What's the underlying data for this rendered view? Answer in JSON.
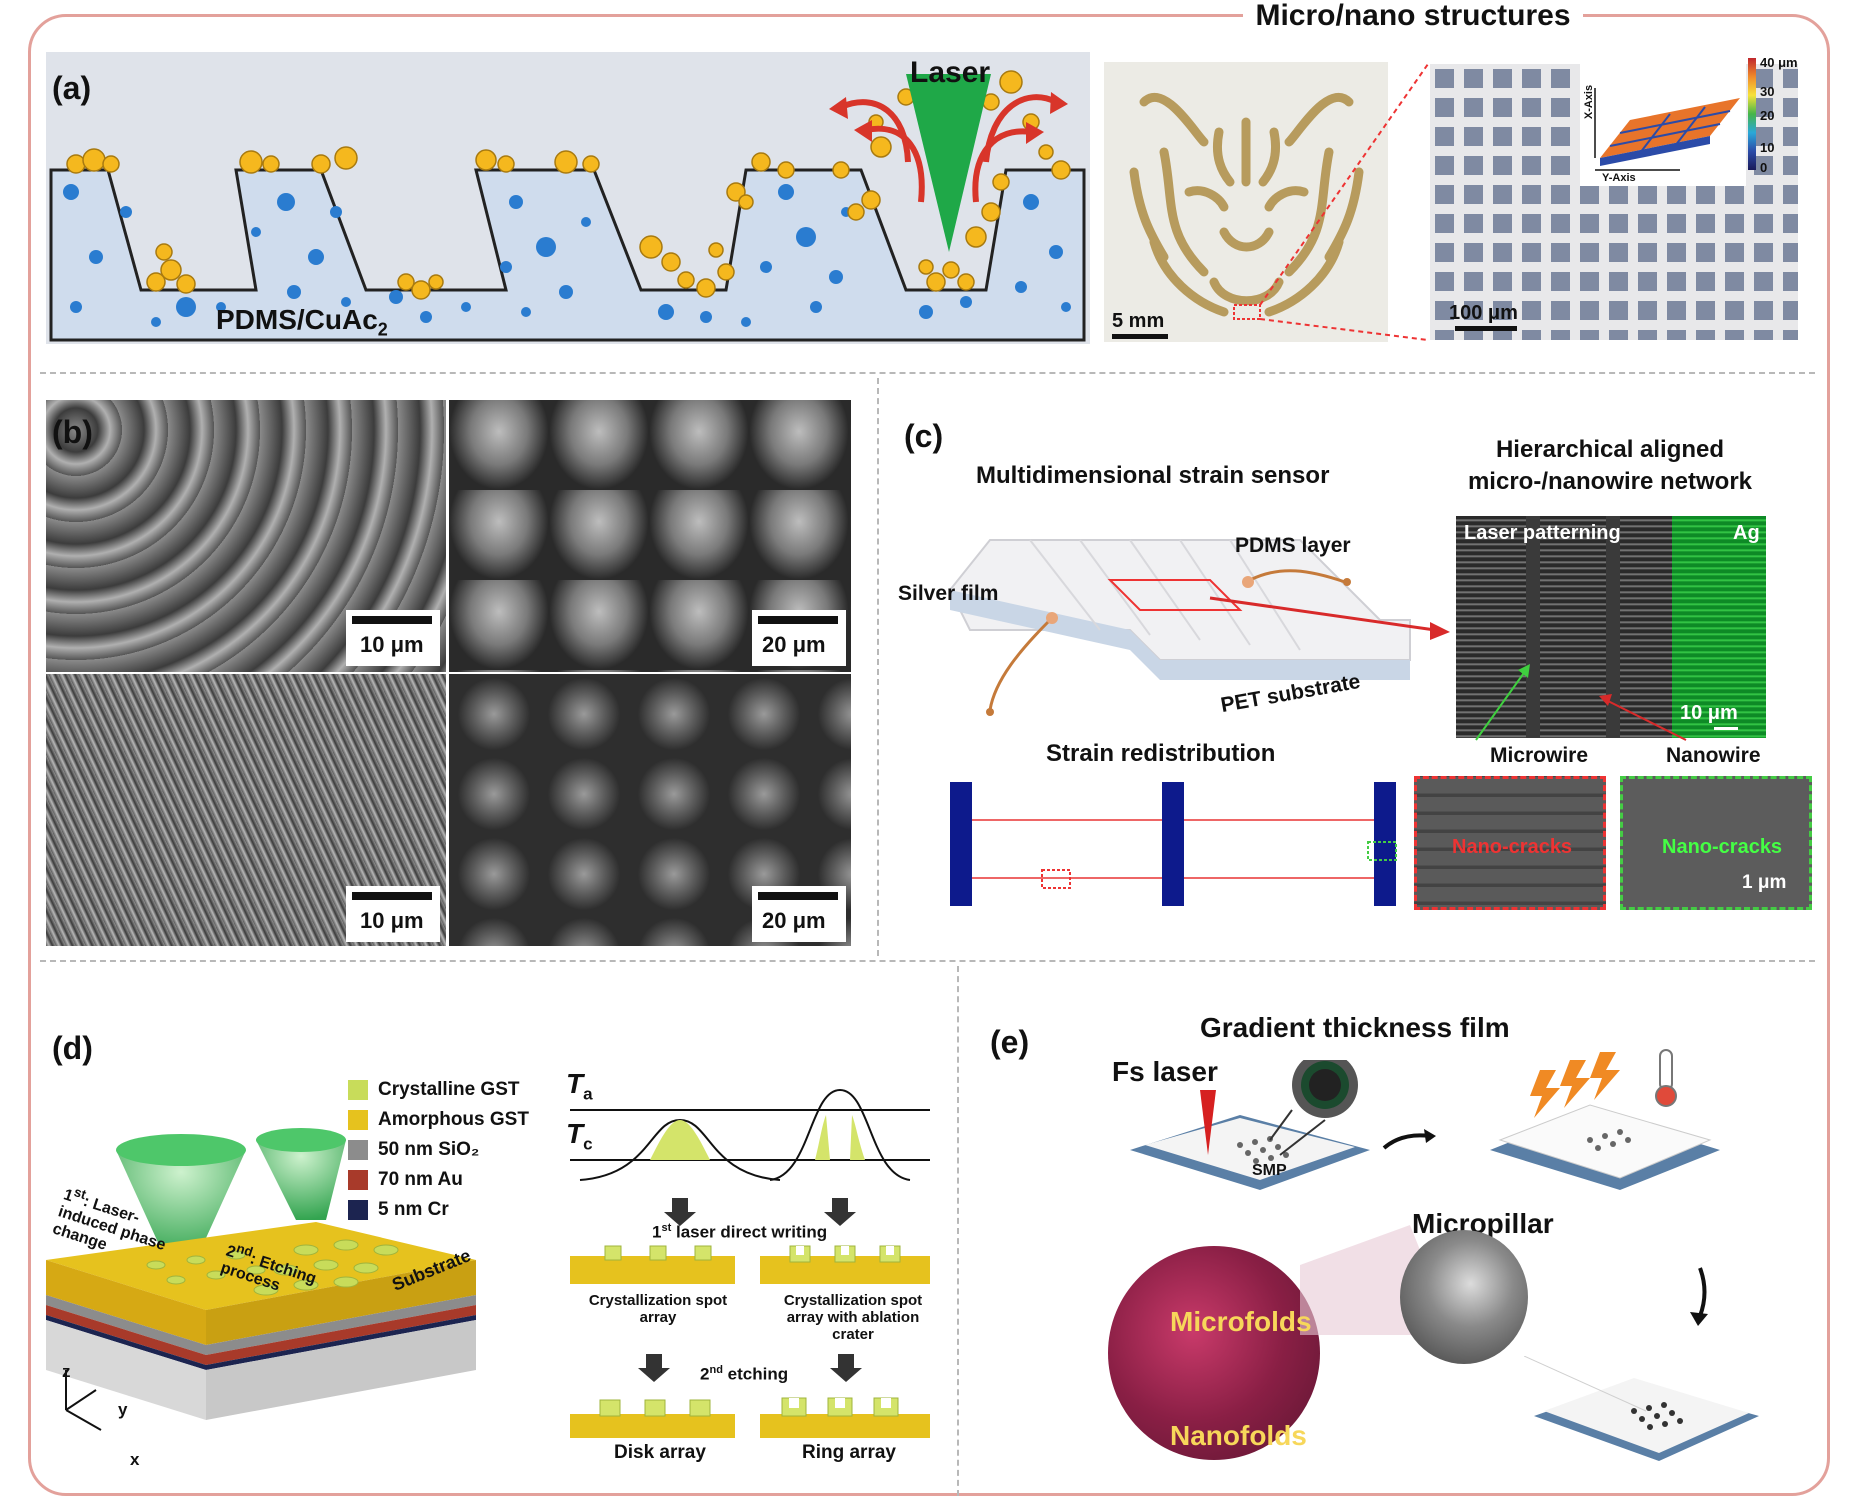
{
  "header": {
    "title": "Micro/nano structures"
  },
  "panel_a": {
    "label": "(a)",
    "laser_label": "Laser",
    "material_label": "PDMS/CuAc",
    "material_sub": "2",
    "photo_scale": "5 mm",
    "zoom_scale": "100 μm",
    "colorbar_top": "40 μm",
    "colorbar_ticks": [
      "30",
      "20",
      "10",
      "0"
    ],
    "x_axis": "X-Axis",
    "y_axis": "Y-Axis"
  },
  "panel_b": {
    "label": "(b)",
    "scales": [
      "10 μm",
      "20 μm",
      "10 μm",
      "20 μm"
    ]
  },
  "panel_c": {
    "label": "(c)",
    "sensor_title": "Multidimensional strain sensor",
    "pdms_layer": "PDMS layer",
    "silver_film": "Silver film",
    "pet_substrate": "PET substrate",
    "network_title_1": "Hierarchical aligned",
    "network_title_2": "micro-/nanowire network",
    "laser_patterning": "Laser patterning",
    "ag": "Ag",
    "network_scale": "10 μm",
    "microwire": "Microwire",
    "nanowire": "Nanowire",
    "strain_title": "Strain redistribution",
    "nanocracks_red": "Nano-cracks",
    "nanocracks_green": "Nano-cracks",
    "crack_scale": "1 μm"
  },
  "panel_d": {
    "label": "(d)",
    "legend": [
      {
        "label": "Crystalline GST",
        "color": "#c8dc5a"
      },
      {
        "label": "Amorphous GST",
        "color": "#e6c21e"
      },
      {
        "label": "50 nm SiO₂",
        "color": "#8c8c8c"
      },
      {
        "label": "70 nm Au",
        "color": "#a83a2a"
      },
      {
        "label": "5 nm Cr",
        "color": "#1c2450"
      }
    ],
    "step1_sup": "st",
    "step1_text": ": Laser-induced phase change",
    "step2_sup": "nd",
    "step2_text": ": Etching process",
    "substrate": "Substrate",
    "axis_z": "z",
    "axis_y": "y",
    "axis_x": "x",
    "ta": "T",
    "ta_sub": "a",
    "tc": "T",
    "tc_sub": "c",
    "write_step_num": "1",
    "write_step_sup": "st",
    "write_step": " laser direct writing",
    "spot_array": "Crystallization spot array",
    "spot_array_crater": "Crystallization spot array with ablation crater",
    "etch_step_num": "2",
    "etch_step_sup": "nd",
    "etch_step": " etching",
    "disk_array": "Disk array",
    "ring_array": "Ring array"
  },
  "panel_e": {
    "label": "(e)",
    "title": "Gradient thickness film",
    "fs_laser": "Fs laser",
    "smp": "SMP",
    "micropillar": "Micropillar",
    "microfolds": "Microfolds",
    "nanofolds": "Nanofolds"
  }
}
